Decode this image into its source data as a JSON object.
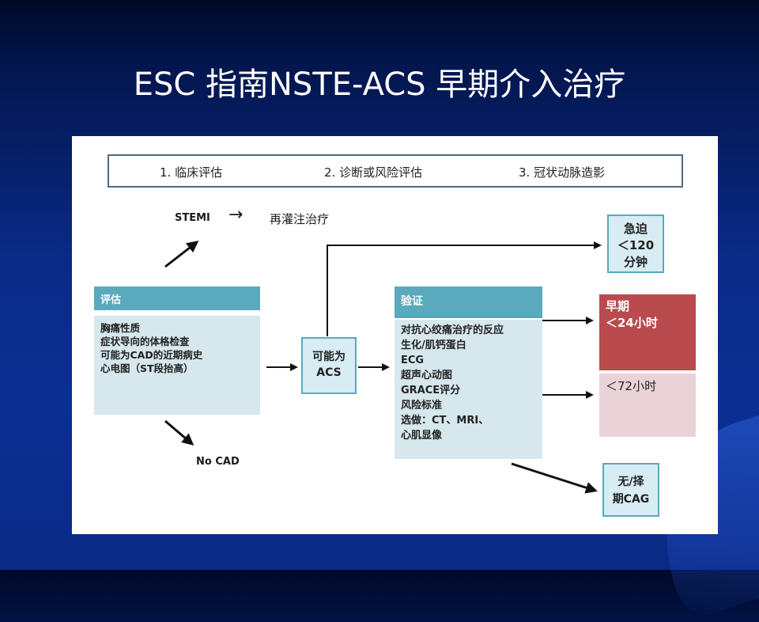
{
  "title": "ESC 指南NSTE-ACS 早期介入治疗",
  "steps": [
    "1. 临床评估",
    "2. 诊断或风险评估",
    "3. 冠状动脉造影"
  ],
  "stemi": {
    "label": "STEMI",
    "arrow_glyph": "→",
    "target": "再灌注治疗"
  },
  "no_cad": "No CAD",
  "evaluate": {
    "header": "评估",
    "lines": [
      "胸痛性质",
      "症状导向的体格检查",
      "可能为CAD的近期病史",
      "心电图（ST段抬高）"
    ]
  },
  "possible_acs": [
    "可能为",
    "ACS"
  ],
  "verify": {
    "header": "验证",
    "lines": [
      "对抗心绞痛治疗的反应",
      "生化/肌钙蛋白",
      "ECG",
      "超声心动图",
      "GRACE评分",
      "风险标准",
      "选做：CT、MRI、",
      "心肌显像"
    ]
  },
  "urgent": [
    "急迫",
    "＜120",
    "分钟"
  ],
  "early": [
    "早期",
    "＜24小时"
  ],
  "lt72": "＜72小时",
  "elective": [
    "无/择",
    "期CAG"
  ],
  "colors": {
    "bg": "#0b2f93",
    "teal": "#5aa9bd",
    "light_teal": "#d6e8ee",
    "red": "#b94a4e",
    "pink": "#ead3d6"
  }
}
